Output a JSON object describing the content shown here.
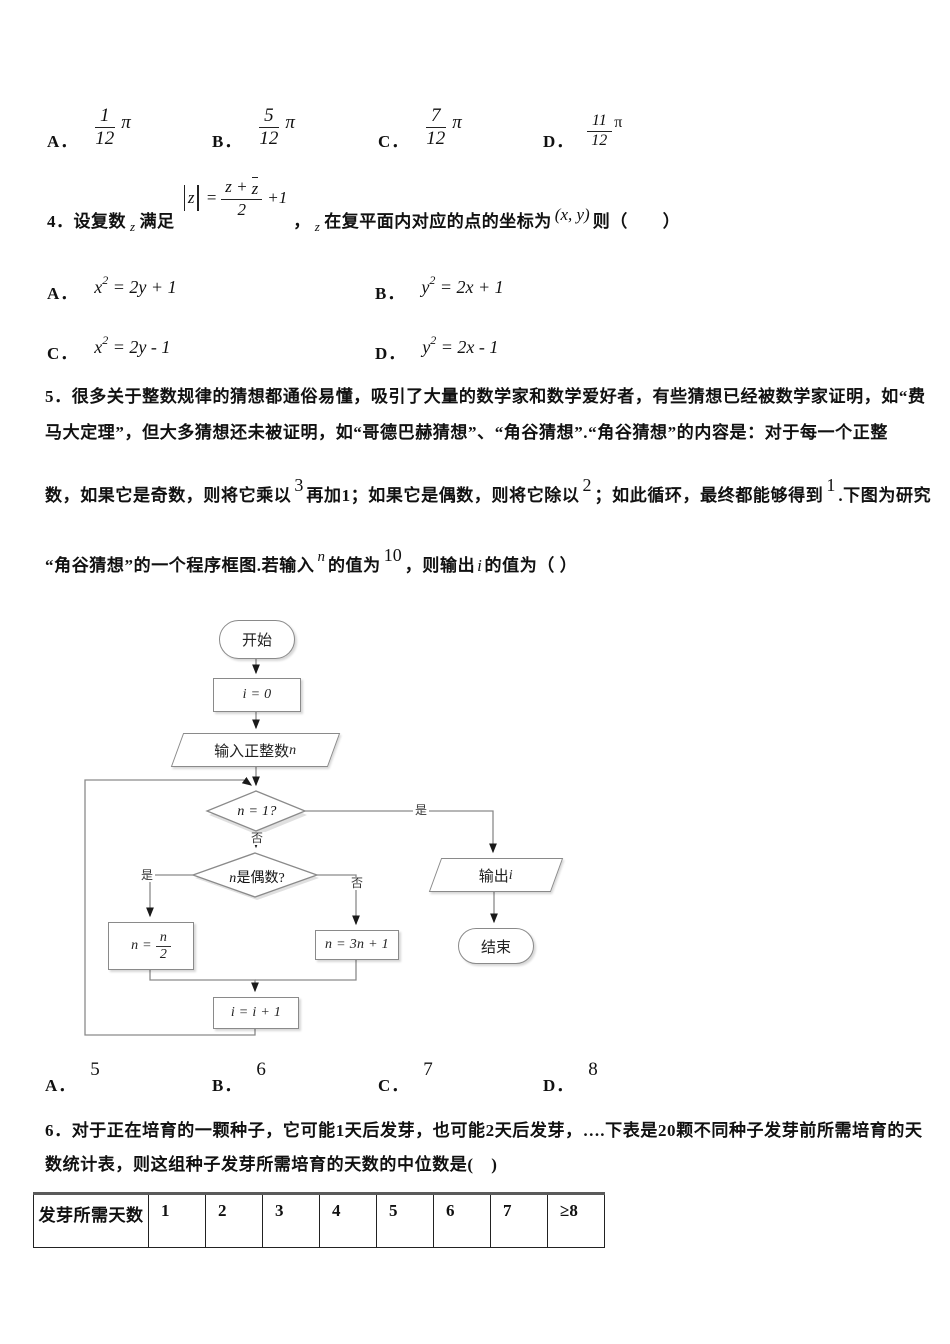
{
  "q3": {
    "options": [
      {
        "label": "A．",
        "num": "1",
        "den": "12",
        "pi": "π"
      },
      {
        "label": "B．",
        "num": "5",
        "den": "12",
        "pi": "π"
      },
      {
        "label": "C．",
        "num": "7",
        "den": "12",
        "pi": "π"
      },
      {
        "label": "D．",
        "num": "11",
        "den": "12",
        "pi": "π"
      }
    ]
  },
  "q4": {
    "lead": "4．设复数",
    "var1": "z",
    "lead2": "满足",
    "f_abs": "z",
    "f_eq": "=",
    "f_num_a": "z +",
    "f_num_b": "z",
    "f_den": "2",
    "f_tail": "+1",
    "comma": "，",
    "var2": "z",
    "mid": "在复平面内对应的点的坐标为",
    "coords": "(x, y)",
    "tail": "则（　　）",
    "options": [
      {
        "label": "A．",
        "var": "x",
        "sup": "2",
        "rest": " = 2y + 1"
      },
      {
        "label": "B．",
        "var": "y",
        "sup": "2",
        "rest": " = 2x + 1"
      },
      {
        "label": "C．",
        "var": "x",
        "sup": "2",
        "rest": " = 2y - 1"
      },
      {
        "label": "D．",
        "var": "y",
        "sup": "2",
        "rest": " = 2x - 1"
      }
    ]
  },
  "q5": {
    "line1": "5．很多关于整数规律的猜想都通俗易懂，吸引了大量的数学家和数学爱好者，有些猜想已经被数学家证明，如“费",
    "line2": "马大定理”，但大多猜想还未被证明，如“哥德巴赫猜想”、“角谷猜想”.“角谷猜想”的内容是：对于每一个正整",
    "line3a": "数，如果它是奇数，则将它乘以",
    "line3sup1": "3",
    "line3b": "再加1；如果它是偶数，则将它除以",
    "line3sup2": "2",
    "line3c": "；如此循环，最终都能够得到",
    "line3sup3": "1",
    "line3d": ".下图为研究",
    "line4a": "“角谷猜想”的一个程序框图.若输入",
    "line4var": "n",
    "line4b": "的值为",
    "line4sup": "10",
    "line4c": "，则输出",
    "line4i": "i",
    "line4d": "的值为（  ）",
    "options": [
      {
        "label": "A．",
        "val": "5"
      },
      {
        "label": "B．",
        "val": "6"
      },
      {
        "label": "C．",
        "val": "7"
      },
      {
        "label": "D．",
        "val": "8"
      }
    ]
  },
  "flow": {
    "start": "开始",
    "init": "i = 0",
    "input_prefix": "输入正整数",
    "input_var": "n",
    "cond1": "n = 1?",
    "yes": "是",
    "no": "否",
    "cond2_var": "n",
    "cond2_rest": "是偶数?",
    "half_lhs": "n =",
    "half_num": "n",
    "half_den": "2",
    "triple": "n = 3n + 1",
    "inc": "i = i + 1",
    "output_prefix": "输出",
    "output_var": "i",
    "end": "结束"
  },
  "q6": {
    "line1": "6．对于正在培育的一颗种子，它可能1天后发芽，也可能2天后发芽，….下表是20颗不同种子发芽前所需培育的天",
    "line2": "数统计表，则这组种子发芽所需培育的天数的中位数是(　)",
    "table": {
      "header": "发芽所需天数",
      "cells": [
        "1",
        "2",
        "3",
        "4",
        "5",
        "6",
        "7",
        "≥8"
      ]
    }
  }
}
